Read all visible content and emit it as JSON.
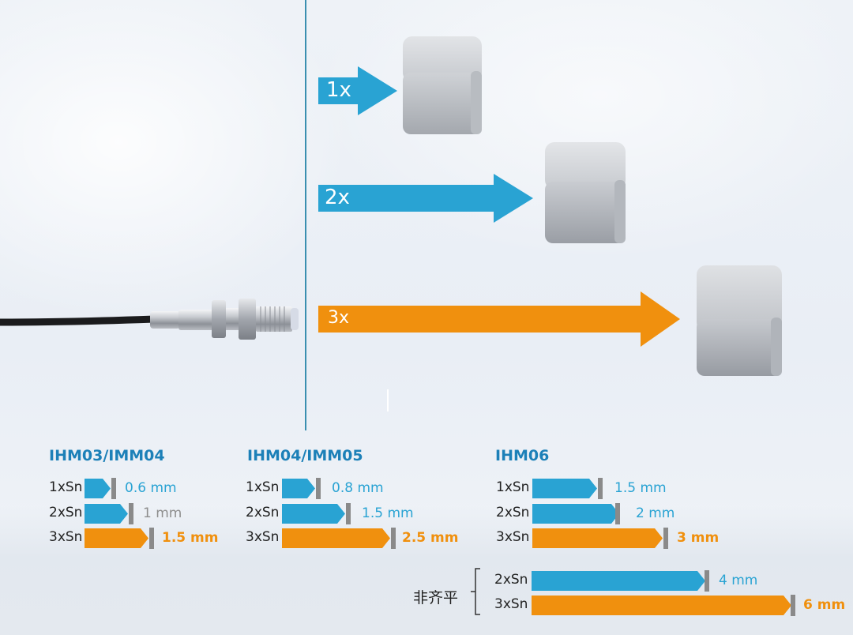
{
  "arrows": [
    {
      "label": "1x",
      "color": "#29a3d3"
    },
    {
      "label": "2x",
      "color": "#29a3d3"
    },
    {
      "label": "3x",
      "color": "#f0900e"
    }
  ],
  "colors": {
    "blue": "#29a3d3",
    "orange": "#f0900e",
    "title_blue": "#1c80b8",
    "stop_gray": "#8a8a8a"
  },
  "groups": [
    {
      "title": "IHM03/IMM04",
      "rows": [
        {
          "label": "1xSn",
          "value": "0.6 mm"
        },
        {
          "label": "2xSn",
          "value": "1 mm"
        },
        {
          "label": "3xSn",
          "value": "1.5 mm"
        }
      ]
    },
    {
      "title": "IHM04/IMM05",
      "rows": [
        {
          "label": "1xSn",
          "value": "0.8 mm"
        },
        {
          "label": "2xSn",
          "value": "1.5 mm"
        },
        {
          "label": "3xSn",
          "value": "2.5 mm"
        }
      ]
    },
    {
      "title": "IHM06",
      "rows": [
        {
          "label": "1xSn",
          "value": "1.5 mm"
        },
        {
          "label": "2xSn",
          "value": "2 mm"
        },
        {
          "label": "3xSn",
          "value": "3 mm"
        }
      ]
    }
  ],
  "non_flush": {
    "label": "非齐平",
    "rows": [
      {
        "label": "2xSn",
        "value": "4 mm"
      },
      {
        "label": "3xSn",
        "value": "6 mm"
      }
    ]
  }
}
